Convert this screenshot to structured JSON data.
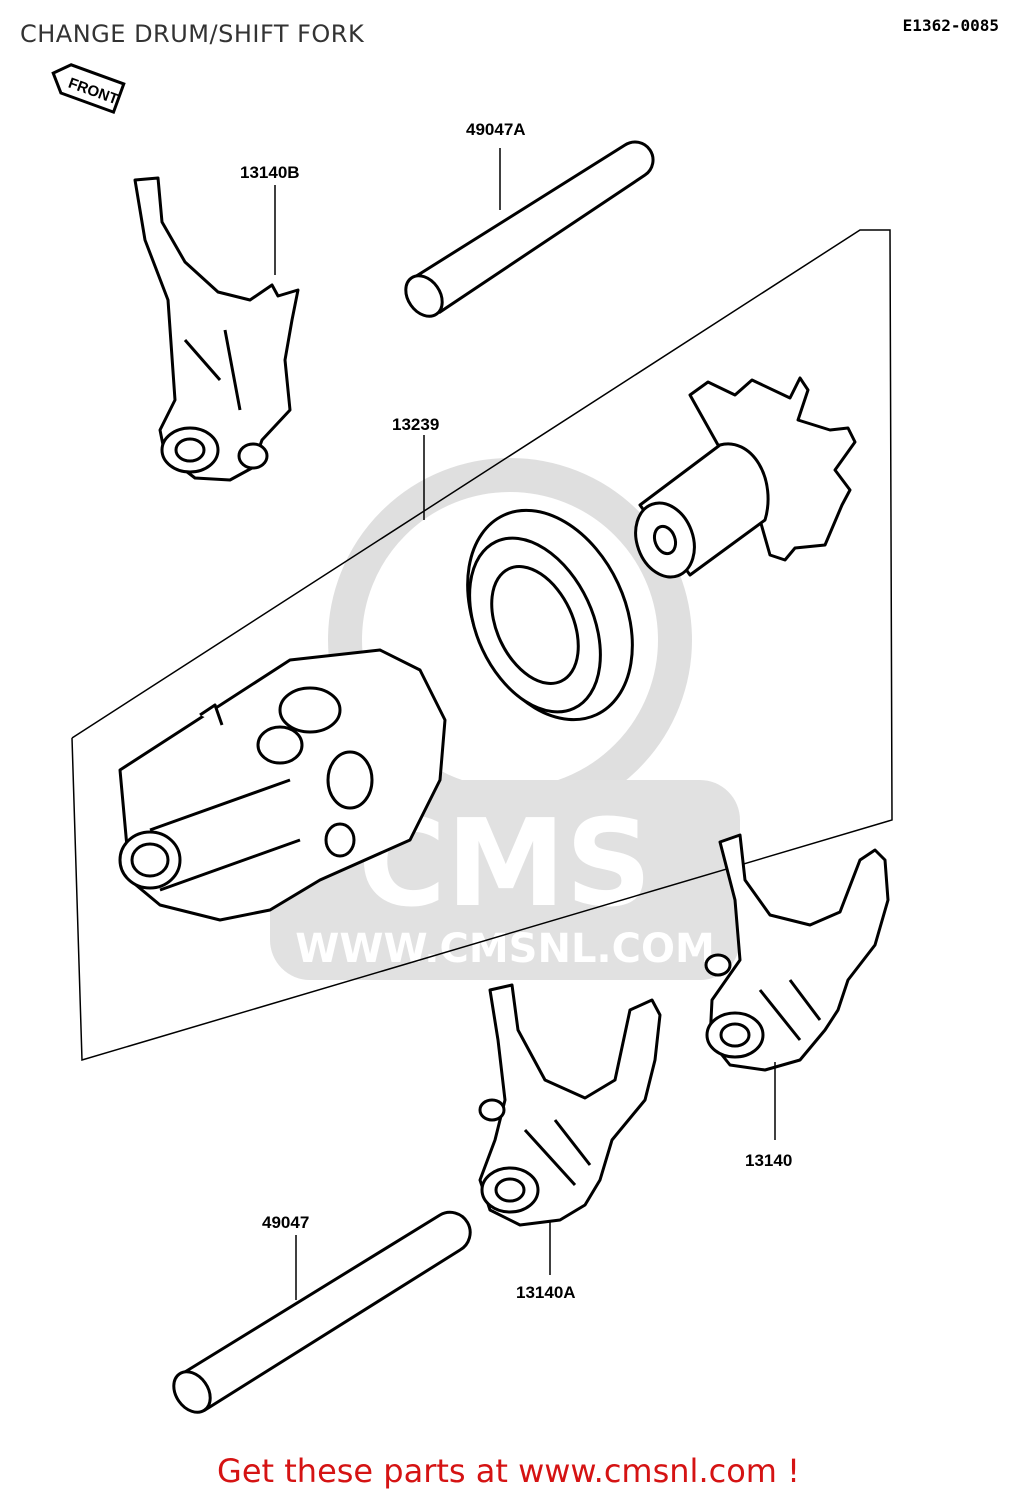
{
  "header": {
    "title": "CHANGE DRUM/SHIFT FORK",
    "diagram_code": "E1362-0085"
  },
  "front_tag": "FRONT",
  "parts": [
    {
      "label": "49047A"
    },
    {
      "label": "13140B"
    },
    {
      "label": "13239"
    },
    {
      "label": "13140"
    },
    {
      "label": "49047"
    },
    {
      "label": "13140A"
    }
  ],
  "watermark": {
    "brand": "CMS",
    "url": "WWW.CMSNL.COM"
  },
  "footer": {
    "text": "Get these parts at www.cmsnl.com !"
  },
  "colors": {
    "line": "#000000",
    "footer": "#d51313",
    "watermark": "#d8d8d8"
  }
}
